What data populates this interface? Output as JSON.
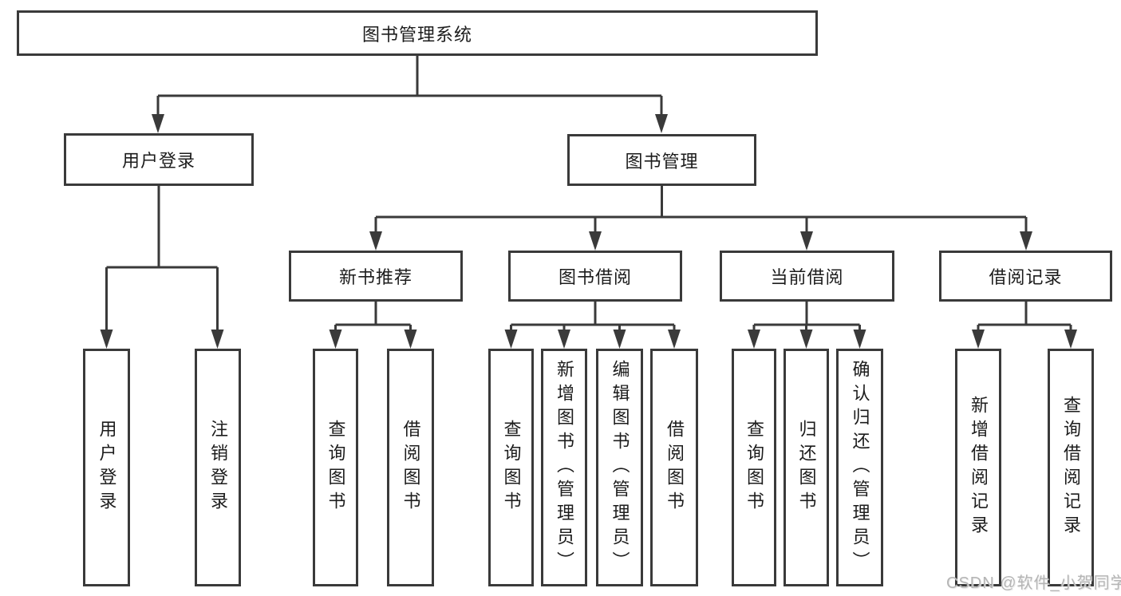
{
  "colors": {
    "line": "#3a3a3a",
    "box_border": "#3a3a3a",
    "text": "#1c1c1c",
    "background": "#ffffff",
    "watermark": "#b5b5b5"
  },
  "watermark": {
    "text": "CSDN @软件_小贺同学"
  },
  "tree": {
    "label": "图书管理系统",
    "children": [
      {
        "label": "用户登录",
        "children": [
          {
            "label": "用户登录"
          },
          {
            "label": "注销登录"
          }
        ]
      },
      {
        "label": "图书管理",
        "children": [
          {
            "label": "新书推荐",
            "children": [
              {
                "label": "查询图书"
              },
              {
                "label": "借阅图书"
              }
            ]
          },
          {
            "label": "图书借阅",
            "children": [
              {
                "label": "查询图书"
              },
              {
                "label": "新增图书（管理员）"
              },
              {
                "label": "编辑图书（管理员）"
              },
              {
                "label": "借阅图书"
              }
            ]
          },
          {
            "label": "当前借阅",
            "children": [
              {
                "label": "查询图书"
              },
              {
                "label": "归还图书"
              },
              {
                "label": "确认归还（管理员）"
              }
            ]
          },
          {
            "label": "借阅记录",
            "children": [
              {
                "label": "新增借阅记录"
              },
              {
                "label": "查询借阅记录"
              }
            ]
          }
        ]
      }
    ]
  }
}
